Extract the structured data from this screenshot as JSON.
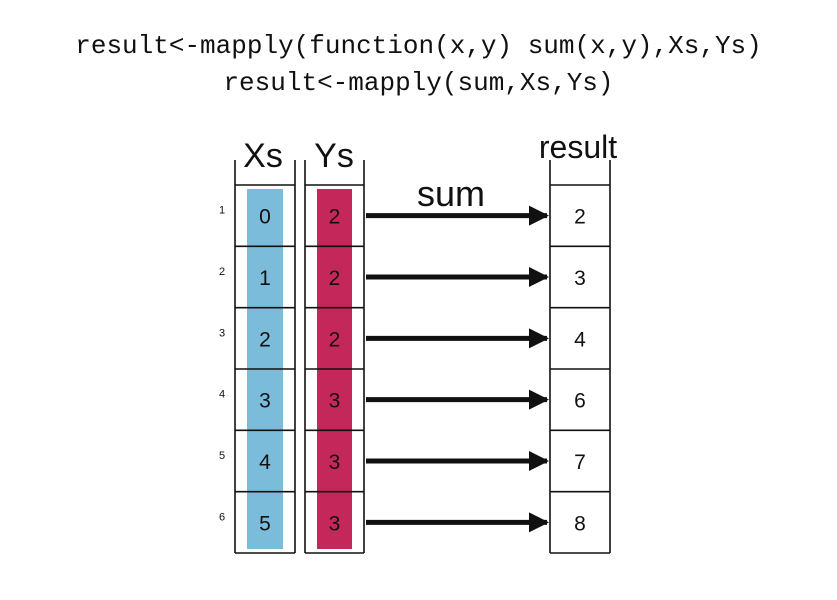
{
  "code": {
    "line1": "result<-mapply(function(x,y) sum(x,y),Xs,Ys)",
    "line2": "result<-mapply(sum,Xs,Ys)"
  },
  "headers": {
    "xs": "Xs",
    "ys": "Ys",
    "result": "result"
  },
  "operation_label": "sum",
  "colors": {
    "xs_fill": "#7bbcdb",
    "ys_fill": "#c4285a",
    "line": "#111111",
    "arrow": "#111111"
  },
  "rows": [
    {
      "index": "1",
      "x": "0",
      "y": "2",
      "result": "2"
    },
    {
      "index": "2",
      "x": "1",
      "y": "2",
      "result": "3"
    },
    {
      "index": "3",
      "x": "2",
      "y": "2",
      "result": "4"
    },
    {
      "index": "4",
      "x": "3",
      "y": "3",
      "result": "6"
    },
    {
      "index": "5",
      "x": "4",
      "y": "3",
      "result": "7"
    },
    {
      "index": "6",
      "x": "5",
      "y": "3",
      "result": "8"
    }
  ]
}
